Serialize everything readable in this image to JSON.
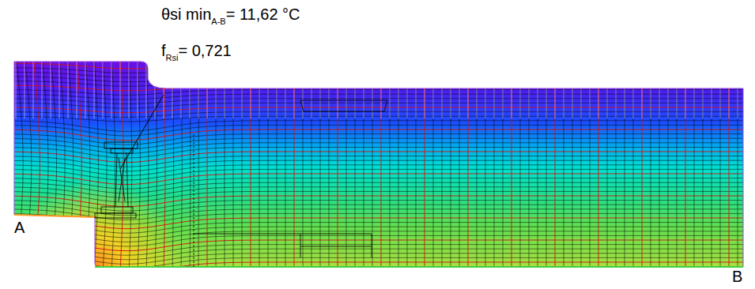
{
  "diagram": {
    "labels": [
      "θsi min",
      "A-B",
      "= 11,62 °C",
      "f",
      "Rsi",
      "= 0,721",
      "A",
      "B"
    ]
  }
}
